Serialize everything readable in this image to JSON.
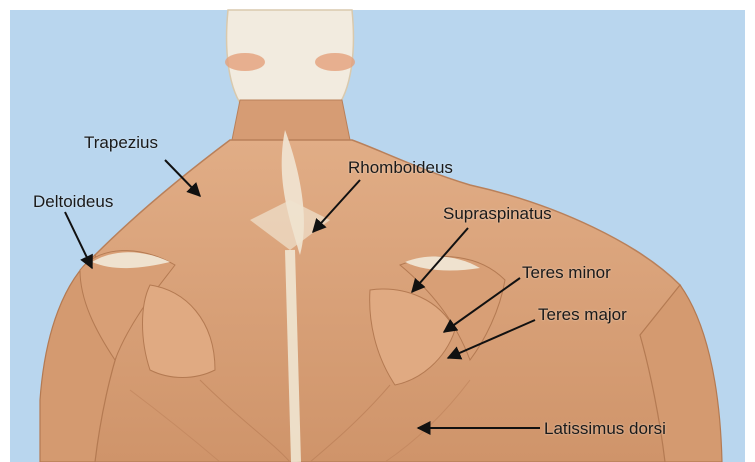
{
  "labels": {
    "trapezius": "Trapezius",
    "deltoideus": "Deltoideus",
    "rhomboideus": "Rhomboideus",
    "supraspinatus": "Supraspinatus",
    "teres_minor": "Teres minor",
    "teres_major": "Teres major",
    "latissimus_dorsi": "Latissimus dorsi"
  },
  "colors": {
    "background": "#b9d6ee",
    "muscle": "#d9a27a",
    "muscle_dark": "#b77b55",
    "tendon": "#efe2cf",
    "arrow": "#111111"
  }
}
